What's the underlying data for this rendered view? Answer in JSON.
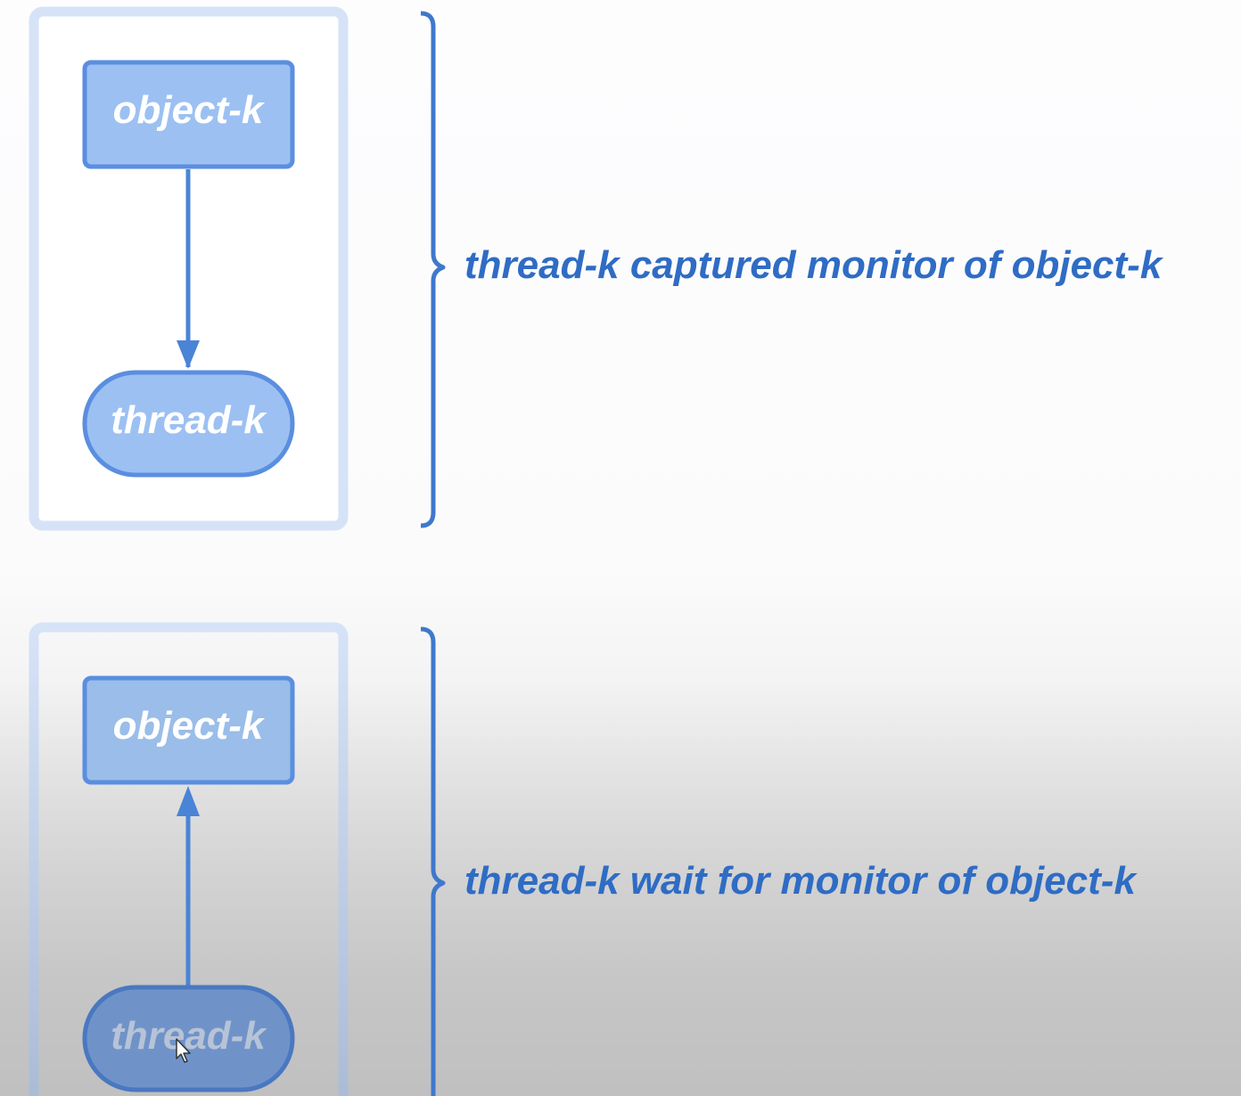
{
  "diagram": {
    "top_panel": {
      "object_label": "object-k",
      "thread_label": "thread-k",
      "arrow_direction": "object-to-thread",
      "caption": "thread-k captured monitor of object-k"
    },
    "bottom_panel": {
      "object_label": "object-k",
      "thread_label": "thread-k",
      "arrow_direction": "thread-to-object",
      "caption": "thread-k wait for monitor of object-k"
    }
  },
  "colors": {
    "accent": "#2f6cc4",
    "node_fill": "#9cc0f2",
    "node_border": "#5a8ee0",
    "frame_border": "#d6e3f7",
    "arrow": "#4a84d6"
  },
  "cursor": "pointer-cursor-icon"
}
